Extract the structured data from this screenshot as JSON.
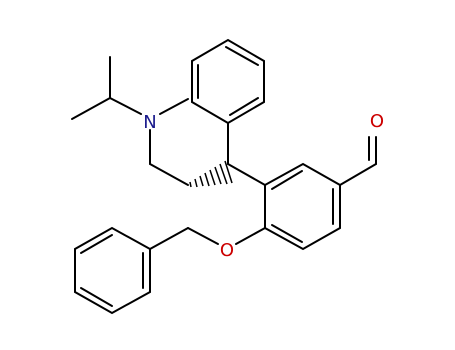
{
  "atom_labels": {
    "nitrogen": "N",
    "ether_oxygen": "O",
    "aldehyde_oxygen": "O"
  },
  "colors": {
    "nitrogen": "#1a1a8c",
    "oxygen": "#cc0000",
    "bond": "#000000",
    "background": "#ffffff"
  }
}
